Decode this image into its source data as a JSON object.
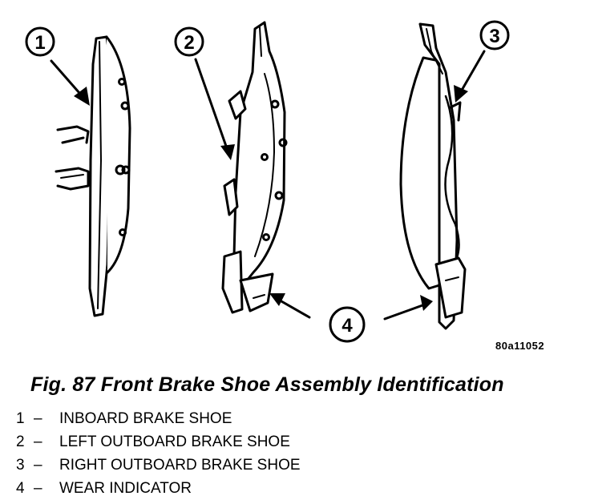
{
  "figure": {
    "id_code": "80a11052",
    "callouts": [
      "1",
      "2",
      "3",
      "4"
    ]
  },
  "caption": "Fig. 87 Front Brake Shoe Assembly Identification",
  "legend": [
    {
      "num": "1",
      "sep": "–",
      "label": "INBOARD BRAKE SHOE"
    },
    {
      "num": "2",
      "sep": "–",
      "label": "LEFT OUTBOARD BRAKE SHOE"
    },
    {
      "num": "3",
      "sep": "–",
      "label": "RIGHT OUTBOARD BRAKE SHOE"
    },
    {
      "num": "4",
      "sep": "–",
      "label": "WEAR INDICATOR"
    }
  ]
}
